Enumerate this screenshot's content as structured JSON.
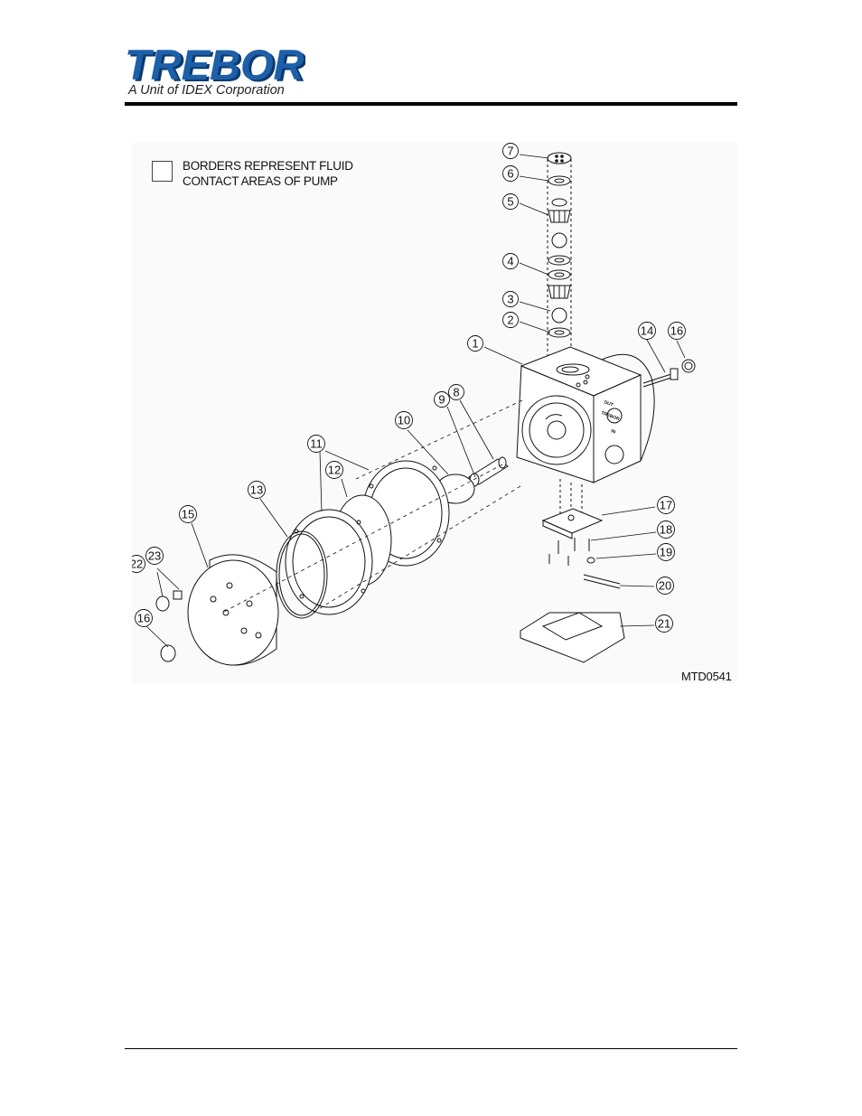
{
  "brand": {
    "name": "TREBOR",
    "tagline": "A Unit of IDEX Corporation",
    "colors": {
      "logo_blue": "#1d5fa8",
      "logo_shadow": "#0c3a6e"
    }
  },
  "figure": {
    "legend_text": "BORDERS REPRESENT FLUID CONTACT AREAS OF PUMP",
    "drawing_id": "MTD0541",
    "callouts": [
      "7",
      "6",
      "5",
      "4",
      "3",
      "2",
      "1",
      "14",
      "16",
      "9",
      "8",
      "10",
      "11",
      "12",
      "13",
      "15",
      "23",
      "22",
      "16",
      "17",
      "18",
      "19",
      "20",
      "21"
    ],
    "housing_labels": [
      "OUT",
      "TREBOR",
      "IN"
    ]
  }
}
